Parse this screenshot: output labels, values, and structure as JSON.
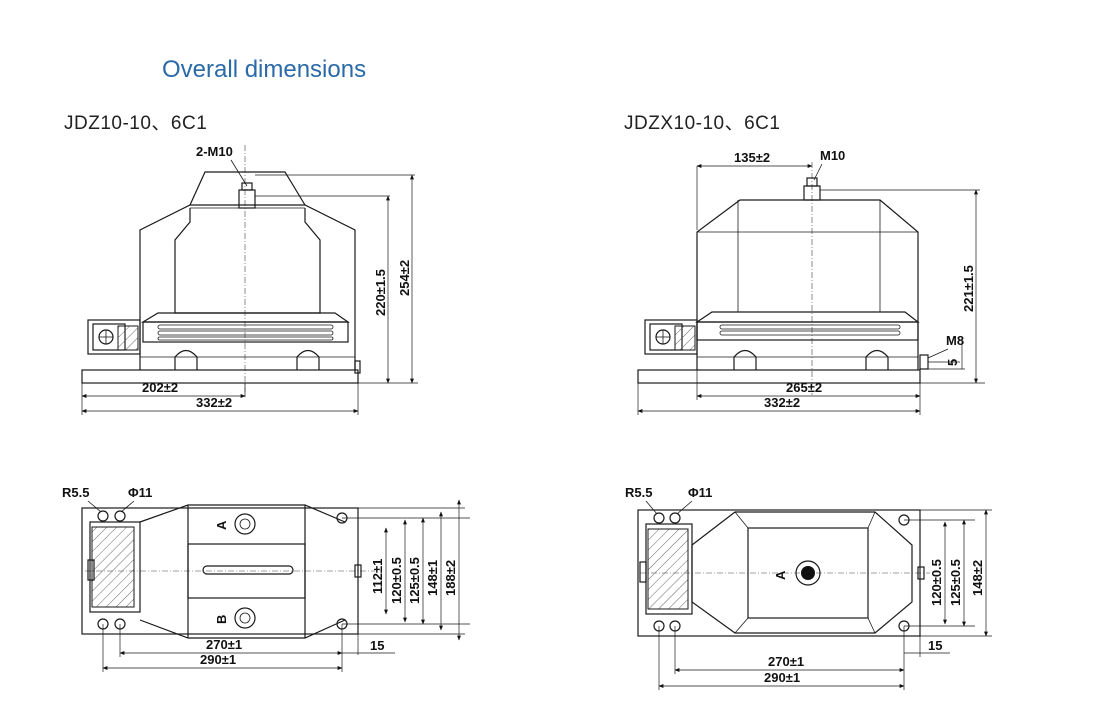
{
  "title": "Overall dimensions",
  "left_model": "JDZ10-10、6C1",
  "right_model": "JDZX10-10、6C1",
  "left_front": {
    "thread": "2-M10",
    "width_inner": "202±2",
    "width_total": "332±2",
    "height_body": "220±1.5",
    "height_total": "254±2"
  },
  "right_front": {
    "offset": "135±2",
    "thread": "M10",
    "base_thread": "M8",
    "base_gap": "5",
    "width_inner": "265±2",
    "width_total": "332±2",
    "height": "221±1.5"
  },
  "left_top": {
    "radius": "R5.5",
    "hole": "Φ11",
    "terminal_a": "A",
    "terminal_b": "B",
    "d_112": "112±1",
    "d_120": "120±0.5",
    "d_125": "125±0.5",
    "d_148": "148±1",
    "d_188": "188±2",
    "length_270": "270±1",
    "length_290": "290±1",
    "offset_15": "15"
  },
  "right_top": {
    "radius": "R5.5",
    "hole": "Φ11",
    "terminal_a": "A",
    "d_120": "120±0.5",
    "d_125": "125±0.5",
    "d_148": "148±2",
    "length_270": "270±1",
    "length_290": "290±1",
    "offset_15": "15"
  }
}
